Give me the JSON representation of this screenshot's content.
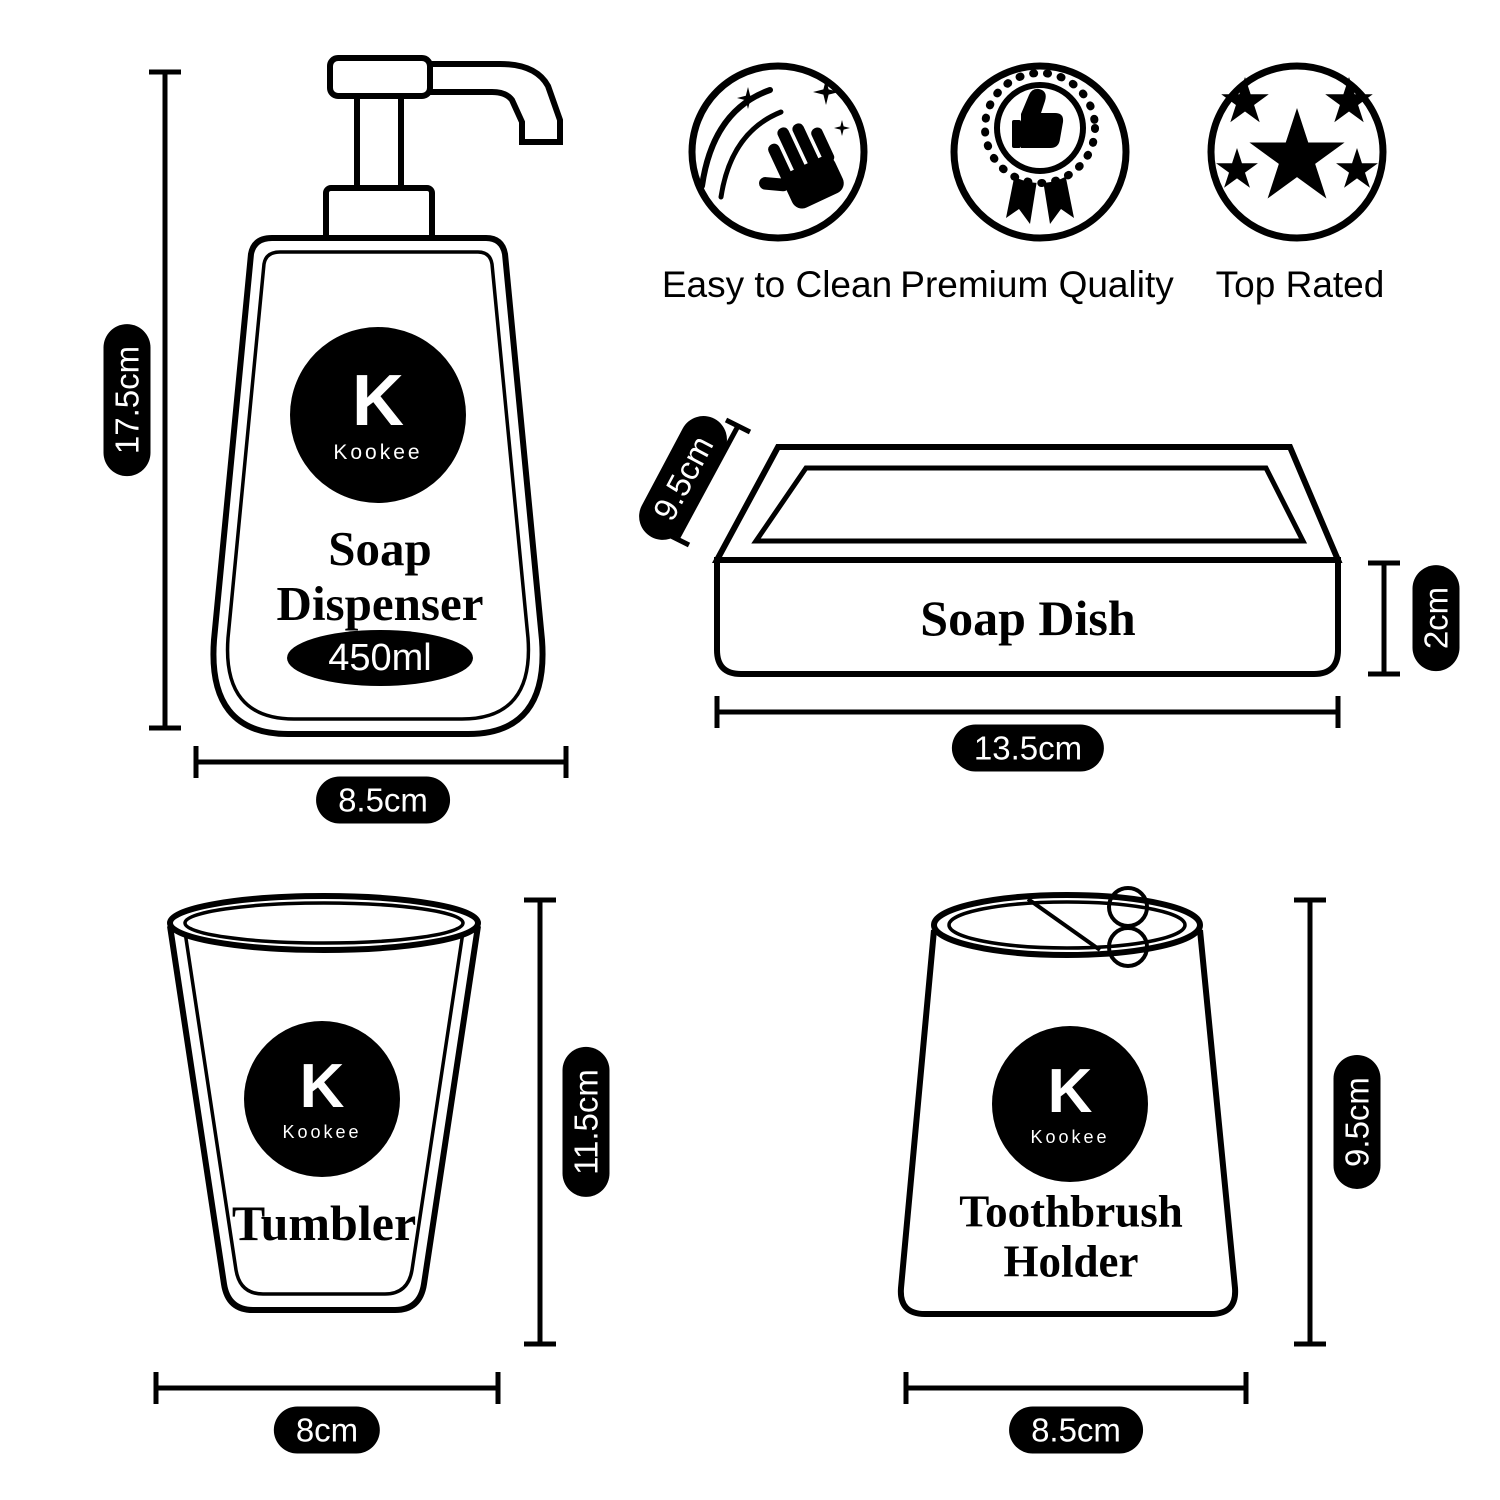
{
  "colors": {
    "ink": "#000000",
    "background": "#ffffff"
  },
  "brand": {
    "glyph": "K",
    "name": "Kookee"
  },
  "features": [
    {
      "label": "Easy to Clean",
      "icon": "sparkle-hand-icon"
    },
    {
      "label": "Premium Quality",
      "icon": "thumbs-up-badge-icon"
    },
    {
      "label": "Top Rated",
      "icon": "five-stars-icon"
    }
  ],
  "soap_dispenser": {
    "title": "Soap\nDispenser",
    "capacity": "450ml",
    "height_label": "17.5cm",
    "width_label": "8.5cm"
  },
  "soap_dish": {
    "title": "Soap Dish",
    "depth_label": "9.5cm",
    "height_label": "2cm",
    "width_label": "13.5cm"
  },
  "tumbler": {
    "title": "Tumbler",
    "height_label": "11.5cm",
    "width_label": "8cm"
  },
  "toothbrush_holder": {
    "title": "Toothbrush\nHolder",
    "height_label": "9.5cm",
    "width_label": "8.5cm"
  }
}
